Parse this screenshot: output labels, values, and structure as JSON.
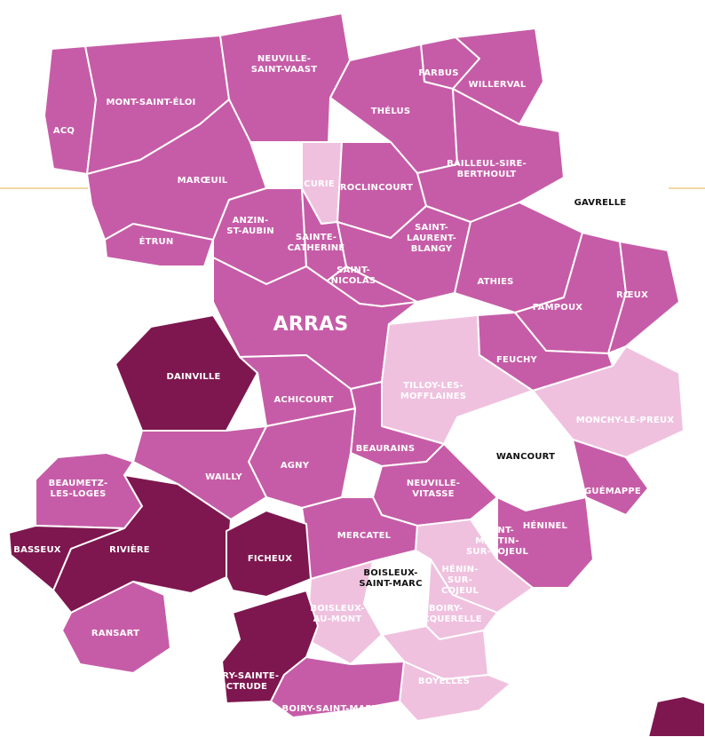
{
  "colors": {
    "level_1": "#ffffff",
    "level_2": "#efc1df",
    "level_3": "#c65ca7",
    "level_4": "#7e174f",
    "label_light": "#ffffff",
    "label_dark": "#111111"
  },
  "communes": [
    {
      "id": "aco",
      "lines": [
        "ACQ"
      ],
      "level": 3
    },
    {
      "id": "mont-saint-eloi",
      "lines": [
        "MONT-SAINT-ÉLOI"
      ],
      "level": 3
    },
    {
      "id": "neuville-saint-vaast",
      "lines": [
        "NEUVILLE-",
        "SAINT-VAAST"
      ],
      "level": 3
    },
    {
      "id": "farbus",
      "lines": [
        "FARBUS"
      ],
      "level": 3
    },
    {
      "id": "willerval",
      "lines": [
        "WILLERVAL"
      ],
      "level": 3
    },
    {
      "id": "thelus",
      "lines": [
        "THÉLUS"
      ],
      "level": 3
    },
    {
      "id": "marceuil",
      "lines": [
        "MARŒUIL"
      ],
      "level": 3
    },
    {
      "id": "ecurie",
      "lines": [
        "ÉCURIE"
      ],
      "level": 2
    },
    {
      "id": "roclincourt",
      "lines": [
        "ROCLINCOURT"
      ],
      "level": 3
    },
    {
      "id": "bailleul-sire-berthoult",
      "lines": [
        "BAILLEUL-SIRE-",
        "BERTHOULT"
      ],
      "level": 3
    },
    {
      "id": "gavrelle",
      "lines": [
        "GAVRELLE"
      ],
      "level": 1
    },
    {
      "id": "etrun",
      "lines": [
        "ÉTRUN"
      ],
      "level": 3
    },
    {
      "id": "anzin-st-aubin",
      "lines": [
        "ANZIN-",
        "ST-AUBIN"
      ],
      "level": 3
    },
    {
      "id": "sainte-catherine",
      "lines": [
        "SAINTE-",
        "CATHERINE"
      ],
      "level": 3
    },
    {
      "id": "saint-laurent-blangy",
      "lines": [
        "SAINT-",
        "LAURENT-",
        "BLANGY"
      ],
      "level": 3
    },
    {
      "id": "saint-nicolas",
      "lines": [
        "SAINT-",
        "NICOLAS"
      ],
      "level": 3
    },
    {
      "id": "athies",
      "lines": [
        "ATHIES"
      ],
      "level": 3
    },
    {
      "id": "fampoux",
      "lines": [
        "FAMPOUX"
      ],
      "level": 3
    },
    {
      "id": "roeux",
      "lines": [
        "RŒUX"
      ],
      "level": 3
    },
    {
      "id": "arras",
      "lines": [
        "ARRAS"
      ],
      "level": 3
    },
    {
      "id": "dainville",
      "lines": [
        "DAINVILLE"
      ],
      "level": 4
    },
    {
      "id": "feuchy",
      "lines": [
        "FEUCHY"
      ],
      "level": 3
    },
    {
      "id": "achicourt",
      "lines": [
        "ACHICOURT"
      ],
      "level": 3
    },
    {
      "id": "tilloy-les-mofflaines",
      "lines": [
        "TILLOY-LES-",
        "MOFFLAINES"
      ],
      "level": 2
    },
    {
      "id": "monchy-le-preux",
      "lines": [
        "MONCHY-LE-PREUX"
      ],
      "level": 2
    },
    {
      "id": "beaurains",
      "lines": [
        "BEAURAINS"
      ],
      "level": 3
    },
    {
      "id": "wancourt",
      "lines": [
        "WANCOURT"
      ],
      "level": 1
    },
    {
      "id": "agny",
      "lines": [
        "AGNY"
      ],
      "level": 3
    },
    {
      "id": "wailly",
      "lines": [
        "WAILLY"
      ],
      "level": 3
    },
    {
      "id": "beaumetz-les-loges",
      "lines": [
        "BEAUMETZ-",
        "LES-LOGES"
      ],
      "level": 3
    },
    {
      "id": "guemappe",
      "lines": [
        "GUÉMAPPE"
      ],
      "level": 3
    },
    {
      "id": "neuville-vitasse",
      "lines": [
        "NEUVILLE-",
        "VITASSE"
      ],
      "level": 3
    },
    {
      "id": "heninel",
      "lines": [
        "HÉNINEL"
      ],
      "level": 3
    },
    {
      "id": "basseux",
      "lines": [
        "BASSEUX"
      ],
      "level": 4
    },
    {
      "id": "riviere",
      "lines": [
        "RIVIÈRE"
      ],
      "level": 4
    },
    {
      "id": "mercatel",
      "lines": [
        "MERCATEL"
      ],
      "level": 3
    },
    {
      "id": "saint-martin-sur-cojeul",
      "lines": [
        "SAINT-",
        "MARTIN-",
        "SUR-COJEUL"
      ],
      "level": 2
    },
    {
      "id": "ficheux",
      "lines": [
        "FICHEUX"
      ],
      "level": 4
    },
    {
      "id": "boisleux-saint-marc",
      "lines": [
        "BOISLEUX-",
        "SAINT-MARC"
      ],
      "level": 1
    },
    {
      "id": "henin-sur-cojeul",
      "lines": [
        "HÉNIN-",
        "SUR-",
        "COJEUL"
      ],
      "level": 2
    },
    {
      "id": "boisleux-au-mont",
      "lines": [
        "BOISLEUX-",
        "AU-MONT"
      ],
      "level": 2
    },
    {
      "id": "boiry-becquerelle",
      "lines": [
        "BOIRY-",
        "BECQUERELLE"
      ],
      "level": 2
    },
    {
      "id": "ransart",
      "lines": [
        "RANSART"
      ],
      "level": 3
    },
    {
      "id": "boyelles",
      "lines": [
        "BOYELLES"
      ],
      "level": 2
    },
    {
      "id": "boiry-sainte-rictrude",
      "lines": [
        "BOIRY-SAINTE-",
        "RICTRUDE"
      ],
      "level": 4
    },
    {
      "id": "boiry-saint-martin",
      "lines": [
        "BOIRY-SAINT-MARTIN"
      ],
      "level": 3
    }
  ]
}
